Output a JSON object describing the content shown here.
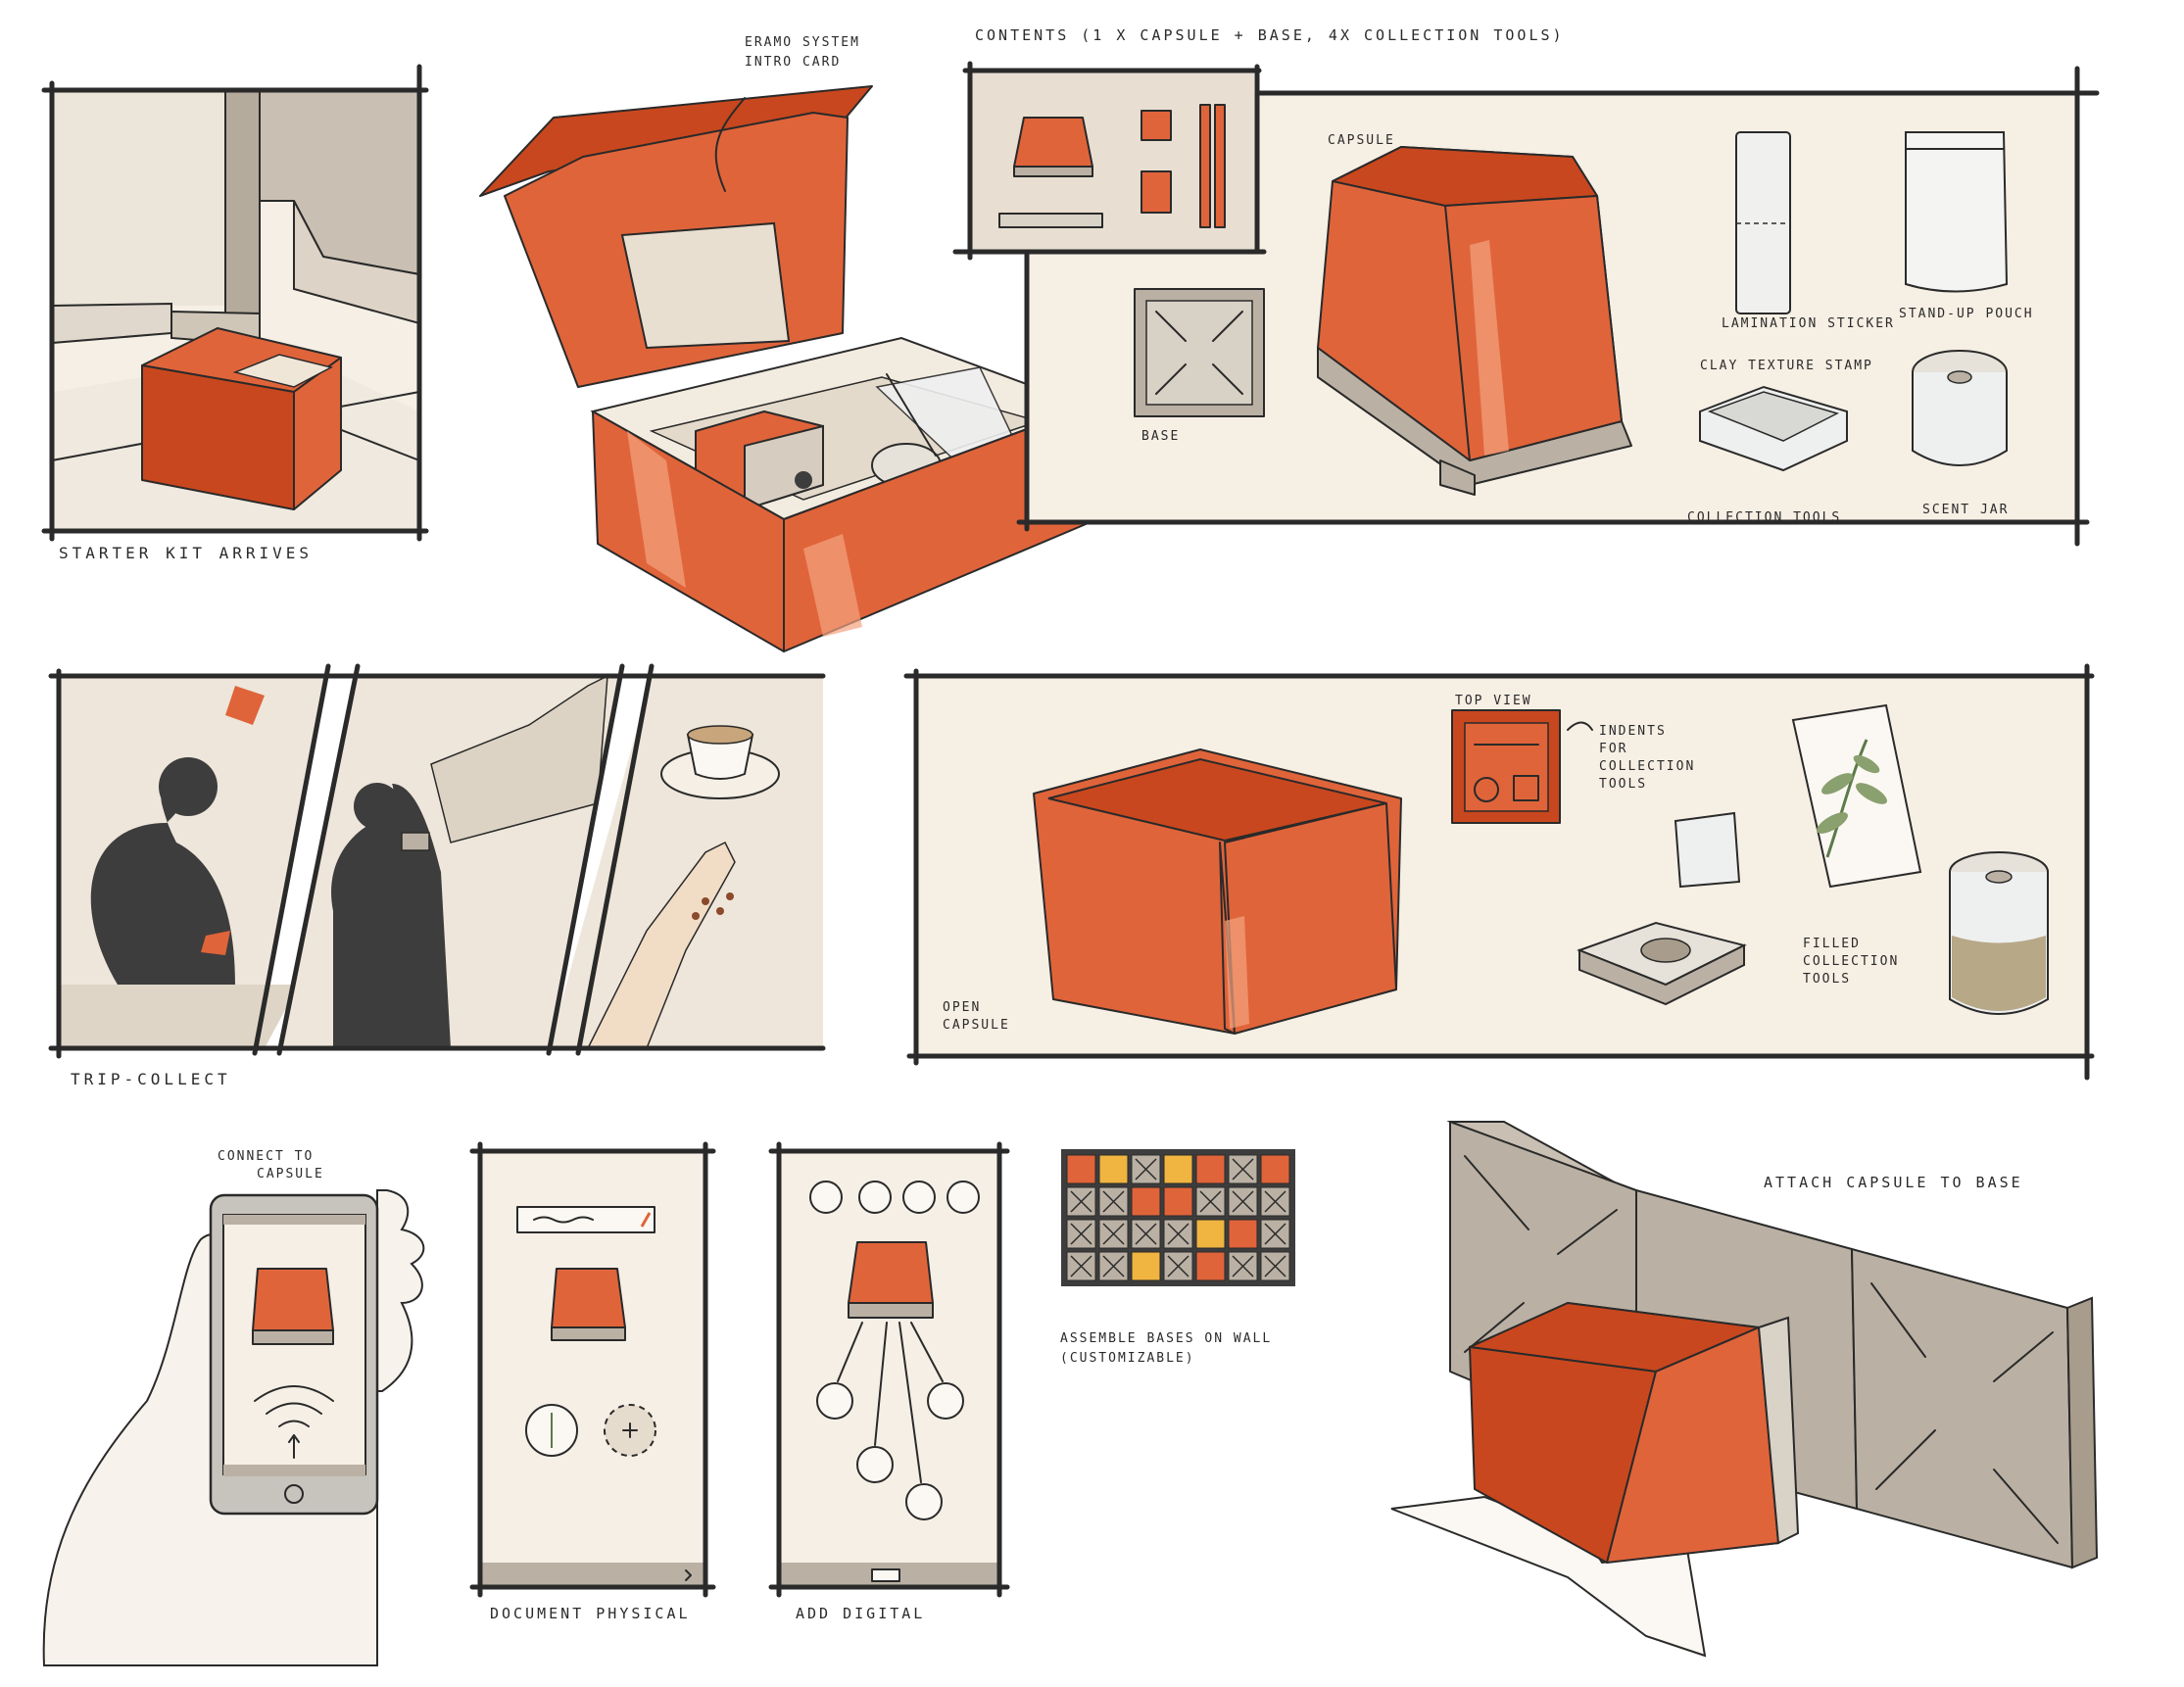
{
  "labels": {
    "starter_kit": "STARTER KIT ARRIVES",
    "intro_card": [
      "ERAMO SYSTEM",
      "INTRO CARD"
    ],
    "contents": "CONTENTS (1 x CAPSULE + BASE, 4x COLLECTION TOOLS)",
    "capsule": "CAPSULE",
    "base": "BASE",
    "lamination_sticker": "LAMINATION STICKER",
    "stand_up_pouch": "STAND-UP POUCH",
    "clay_texture_stamp": "CLAY TEXTURE STAMP",
    "scent_jar": "SCENT JAR",
    "collection_tools": "COLLECTION TOOLS",
    "trip_collect": "TRIP-COLLECT",
    "top_view": "TOP VIEW",
    "indents": [
      "INDENTS",
      "FOR",
      "COLLECTION",
      "TOOLS"
    ],
    "filled_tools": [
      "FILLED",
      "COLLECTION",
      "TOOLS"
    ],
    "open_capsule": [
      "OPEN",
      "CAPSULE"
    ],
    "connect": [
      "CONNECT TO",
      "CAPSULE"
    ],
    "document_physical": "DOCUMENT PHYSICAL",
    "add_digital": "ADD DIGITAL",
    "assemble": [
      "ASSEMBLE BASES ON WALL",
      "(CUSTOMIZABLE)"
    ],
    "attach": "ATTACH CAPSULE TO BASE"
  },
  "colors": {
    "orange": "#e0643a",
    "orange_dark": "#c9471e",
    "cream": "#f5efe5",
    "beige": "#e6dccd",
    "grey": "#bab1a4",
    "ink": "#2a2a2a",
    "silhouette": "#3d3d3d",
    "yellow": "#f0b440"
  }
}
